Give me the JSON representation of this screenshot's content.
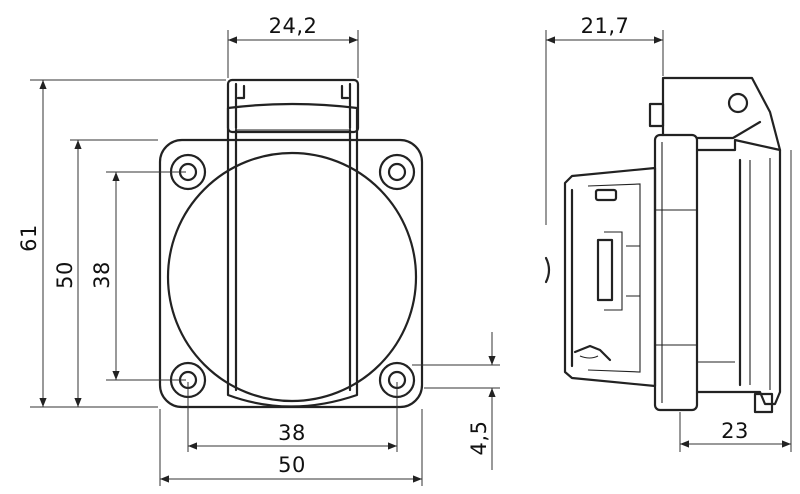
{
  "front_view": {
    "dim_top_width": "24,2",
    "dim_height_total": "61",
    "dim_height_plate": "50",
    "dim_hole_spacing_vertical": "38",
    "dim_hole_spacing_horizontal": "38",
    "dim_width_plate": "50",
    "dim_hole_offset": "4,5"
  },
  "side_view": {
    "dim_top_depth": "21,7",
    "dim_bottom_depth": "23"
  }
}
